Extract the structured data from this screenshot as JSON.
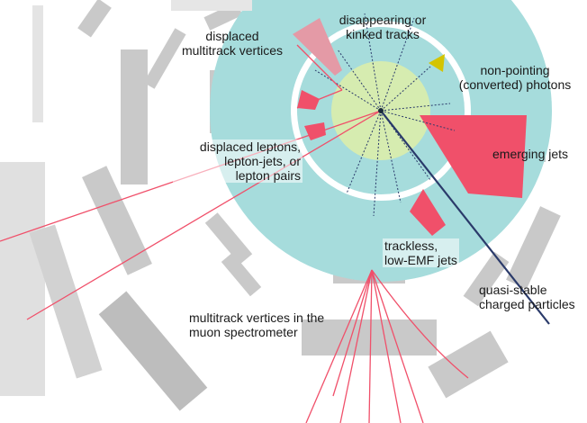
{
  "labels": {
    "disappearing": [
      "disappearing or",
      "kinked tracks"
    ],
    "displaced_vertices": [
      "displaced",
      "multitrack vertices"
    ],
    "non_pointing": [
      "non-pointing",
      "(converted) photons"
    ],
    "emerging_jets": [
      "emerging jets"
    ],
    "displaced_leptons": [
      "displaced leptons,",
      "lepton-jets, or",
      "lepton pairs"
    ],
    "trackless": [
      "trackless,",
      "low-EMF jets"
    ],
    "quasi_stable": [
      "quasi-stable",
      "charged particles"
    ],
    "muon_vertices": [
      "multitrack vertices in the",
      "muon spectrometer"
    ]
  },
  "colors": {
    "calorimeter": "#a6dcdc",
    "inner_detector": "#d6ecb0",
    "muon_chamber": "#c8c8c8",
    "signature": "#f0506a",
    "photon": "#d4c400",
    "track": "#2a3a6a"
  }
}
